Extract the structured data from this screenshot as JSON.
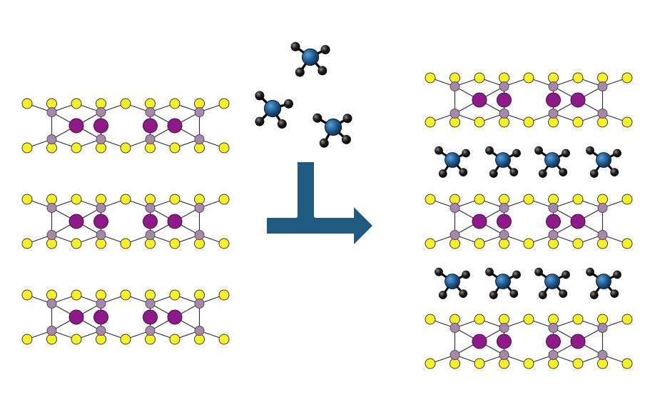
{
  "diagram": {
    "description_visible_text": "",
    "colors": {
      "background": "#ffffff",
      "outer_atom": "#f7f21f",
      "outer_atom_stroke": "#3a3a3a",
      "bridge_atom": "#a48aa8",
      "metal_atom": "#8e1a8a",
      "bond": "#2b2b2b",
      "molecule_center": "#1f5a8f",
      "molecule_ligand": "#1a1a1a",
      "arrow": "#1f5a80"
    },
    "left_layers_count": 3,
    "right_layers_count": 3,
    "right_intercalant_rows": 2,
    "molecules_per_row": 4,
    "free_molecules": 3,
    "icons": {
      "arrow": "bent-arrow-icon",
      "molecule": "tetrahedral-molecule-icon"
    }
  }
}
